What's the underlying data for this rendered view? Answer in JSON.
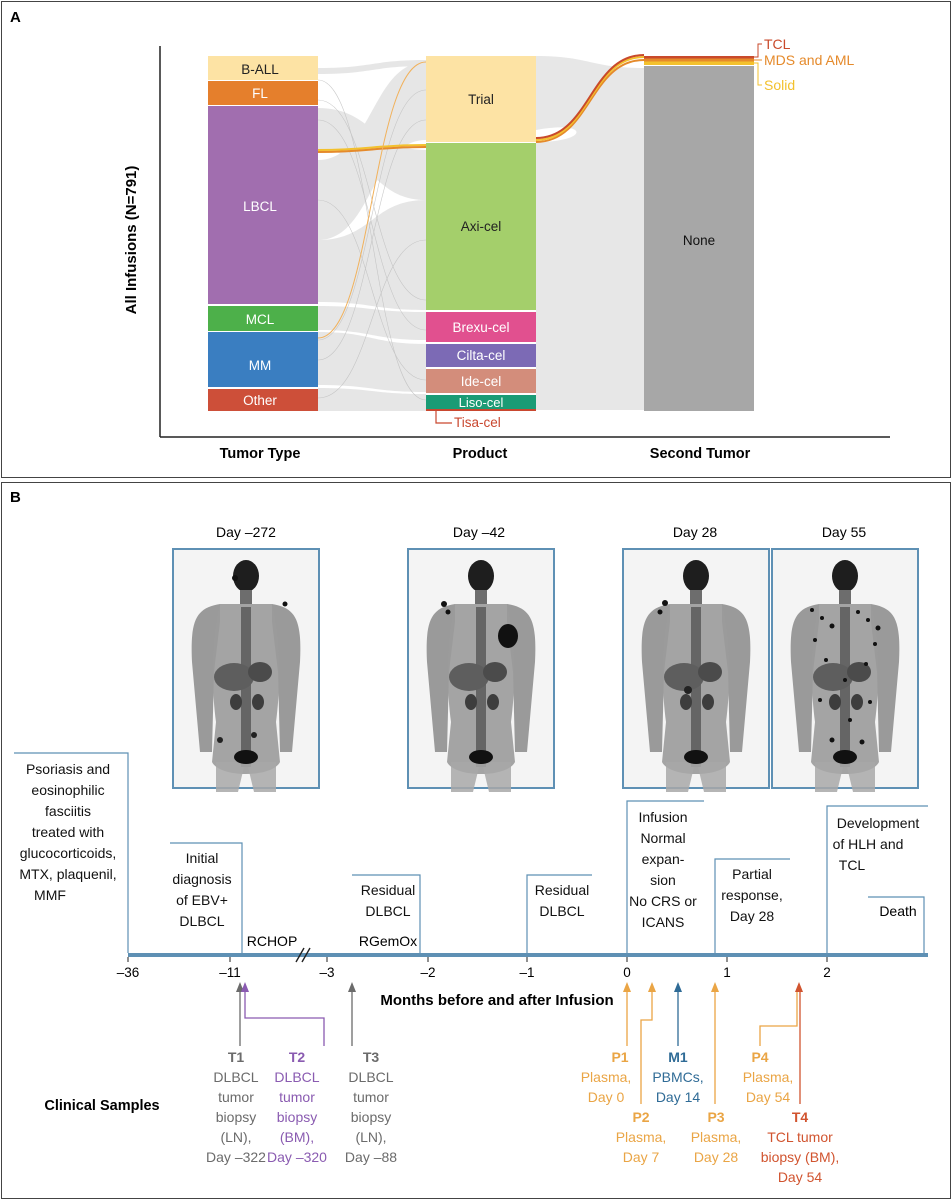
{
  "panel_a": {
    "letter": "A",
    "y_axis_label": "All Infusions (N=791)",
    "columns": [
      "Tumor Type",
      "Product",
      "Second Tumor"
    ],
    "tumor_types": [
      {
        "label": "B-ALL",
        "color": "#fde3a4"
      },
      {
        "label": "FL",
        "color": "#e57f2c"
      },
      {
        "label": "LBCL",
        "color": "#a16eaf"
      },
      {
        "label": "MCL",
        "color": "#4db04a"
      },
      {
        "label": "MM",
        "color": "#3a7ec1"
      },
      {
        "label": "Other",
        "color": "#cd4f39"
      }
    ],
    "products": [
      {
        "label": "Trial",
        "color": "#fde3a4"
      },
      {
        "label": "Axi-cel",
        "color": "#a4cf6b"
      },
      {
        "label": "Brexu-cel",
        "color": "#e1508f"
      },
      {
        "label": "Cilta-cel",
        "color": "#7c6ab5"
      },
      {
        "label": "Ide-cel",
        "color": "#d38d7b"
      },
      {
        "label": "Liso-cel",
        "color": "#1a9b75"
      },
      {
        "label": "Tisa-cel",
        "color": "#c9472f"
      }
    ],
    "second_tumors": [
      {
        "label": "TCL",
        "color": "#c94a2b"
      },
      {
        "label": "MDS and AML",
        "color": "#e58a2b"
      },
      {
        "label": "Solid",
        "color": "#f3c12d"
      },
      {
        "label": "None",
        "color": "#a7a7a7"
      }
    ]
  },
  "panel_b": {
    "letter": "B",
    "scans": [
      "Day –272",
      "Day –42",
      "Day 28",
      "Day 55"
    ],
    "axis_title": "Months before and after Infusion",
    "ticks": [
      "–36",
      "–11",
      "–3",
      "–2",
      "–1",
      "0",
      "1",
      "2"
    ],
    "events": {
      "psoriasis": [
        "Psoriasis and",
        "eosinophilic",
        "fasciitis",
        "treated with",
        "glucocorticoids,",
        "MTX, plaquenil,",
        "MMF"
      ],
      "initial": [
        "Initial",
        "diagnosis",
        "of EBV+",
        "DLBCL"
      ],
      "residual1": [
        "Residual",
        "DLBCL"
      ],
      "residual2": [
        "Residual",
        "DLBCL"
      ],
      "infusion": [
        "Infusion",
        "Normal",
        "expan-",
        "sion",
        "No CRS or",
        "ICANS"
      ],
      "partial": [
        "Partial",
        "response,",
        "Day 28"
      ],
      "hlh": [
        "Development",
        "of HLH and",
        "TCL"
      ],
      "death": "Death",
      "rchop": "RCHOP",
      "rgemox": "RGemOx"
    },
    "clinical_samples_label": "Clinical Samples",
    "samples": [
      {
        "id": "T1",
        "lines": [
          "DLBCL",
          "tumor",
          "biopsy",
          "(LN),",
          "Day –322"
        ],
        "color": "#6b6b6b"
      },
      {
        "id": "T2",
        "lines": [
          "DLBCL",
          "tumor",
          "biopsy",
          "(BM),",
          "Day –320"
        ],
        "color": "#8a5bb1"
      },
      {
        "id": "T3",
        "lines": [
          "DLBCL",
          "tumor",
          "biopsy",
          "(LN),",
          "Day –88"
        ],
        "color": "#6b6b6b"
      },
      {
        "id": "P1",
        "lines": [
          "Plasma,",
          "Day 0"
        ],
        "color": "#eaa545"
      },
      {
        "id": "P2",
        "lines": [
          "Plasma,",
          "Day 7"
        ],
        "color": "#eaa545"
      },
      {
        "id": "M1",
        "lines": [
          "PBMCs,",
          "Day 14"
        ],
        "color": "#2f6b96"
      },
      {
        "id": "P3",
        "lines": [
          "Plasma,",
          "Day 28"
        ],
        "color": "#eaa545"
      },
      {
        "id": "P4",
        "lines": [
          "Plasma,",
          "Day 54"
        ],
        "color": "#eaa545"
      },
      {
        "id": "T4",
        "lines": [
          "TCL tumor",
          "biopsy (BM),",
          "Day 54"
        ],
        "color": "#d1542f"
      }
    ]
  }
}
